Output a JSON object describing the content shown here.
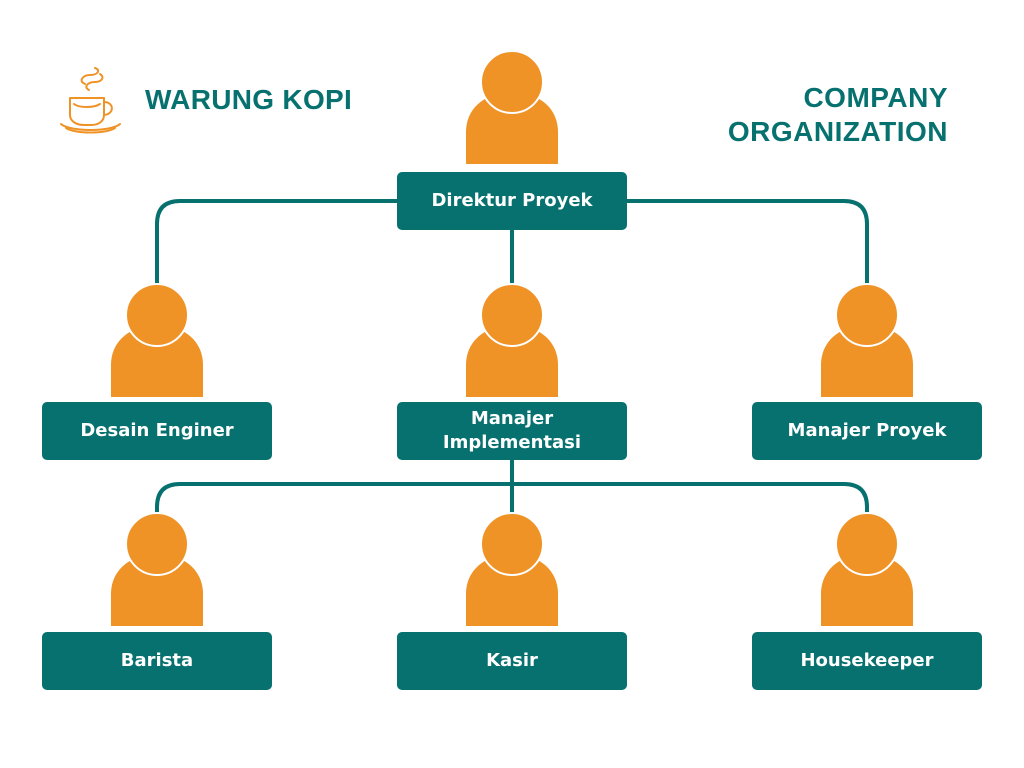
{
  "header": {
    "brand_name": "WARUNG KOPI",
    "title_line1": "COMPANY",
    "title_line2": "ORGANIZATION",
    "logo_icon": "coffee-cup-icon"
  },
  "colors": {
    "teal": "#07716F",
    "orange": "#EF9327",
    "white": "#FFFFFF"
  },
  "org_chart": {
    "top": {
      "label": "Direktur Proyek",
      "icon": "person-icon"
    },
    "level2": [
      {
        "label": "Desain Enginer",
        "icon": "person-icon"
      },
      {
        "label": "Manajer Implementasi",
        "icon": "person-icon"
      },
      {
        "label": "Manajer Proyek",
        "icon": "person-icon"
      }
    ],
    "level3": [
      {
        "label": "Barista",
        "icon": "person-icon"
      },
      {
        "label": "Kasir",
        "icon": "person-icon"
      },
      {
        "label": "Housekeeper",
        "icon": "person-icon"
      }
    ],
    "connections": [
      [
        "Direktur Proyek",
        "Desain Enginer"
      ],
      [
        "Direktur Proyek",
        "Manajer Implementasi"
      ],
      [
        "Direktur Proyek",
        "Manajer Proyek"
      ],
      [
        "Manajer Implementasi",
        "Barista"
      ],
      [
        "Manajer Implementasi",
        "Kasir"
      ],
      [
        "Manajer Implementasi",
        "Housekeeper"
      ]
    ]
  }
}
